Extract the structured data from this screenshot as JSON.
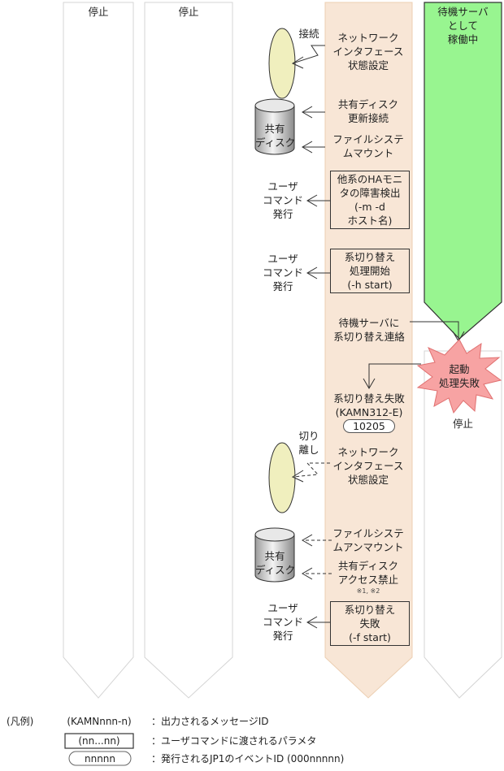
{
  "columns": [
    {
      "id": "col1",
      "label": "停止"
    },
    {
      "id": "col2",
      "label": "停止"
    },
    {
      "id": "col3",
      "label": ""
    },
    {
      "id": "col4_top",
      "label": "待機サーバ\nとして\n稼働中",
      "lines": [
        "待機サーバ",
        "として",
        "稼働中"
      ]
    },
    {
      "id": "col4_bottom",
      "label": "停止"
    }
  ],
  "left_annotations": {
    "connect": "接続",
    "shared_disk_1": [
      "共有",
      "ディスク"
    ],
    "user_cmd_1": [
      "ユーザ",
      "コマンド",
      "発行"
    ],
    "user_cmd_2": [
      "ユーザ",
      "コマンド",
      "発行"
    ],
    "detach": [
      "切り",
      "離し"
    ],
    "shared_disk_2": [
      "共有",
      "ディスク"
    ],
    "user_cmd_3": [
      "ユーザ",
      "コマンド",
      "発行"
    ]
  },
  "steps": {
    "net_setup_1": [
      "ネットワーク",
      "インタフェース",
      "状態設定"
    ],
    "disk_update": [
      "共有ディスク",
      "更新接続"
    ],
    "fs_mount": [
      "ファイルシステ",
      "ムマウント"
    ],
    "ha_detect": [
      "他系のHAモニ",
      "タの障害検出",
      "(-m -d",
      "ホスト名)"
    ],
    "switch_start": [
      "系切り替え",
      "処理開始",
      "(-h start)"
    ],
    "notify_standby": [
      "待機サーバに",
      "系切り替え連絡"
    ],
    "switch_fail": [
      "系切り替え失敗",
      "(KAMN312-E)"
    ],
    "event_id": "10205",
    "net_setup_2": [
      "ネットワーク",
      "インタフェース",
      "状態設定"
    ],
    "fs_unmount": [
      "ファイルシステ",
      "ムアンマウント"
    ],
    "disk_block": [
      "共有ディスク",
      "アクセス禁止"
    ],
    "notes": "※1, ※2",
    "switch_failed_cmd": [
      "系切り替え",
      "失敗",
      "(-f start)"
    ]
  },
  "burst": [
    "起動",
    "処理失敗"
  ],
  "legend": {
    "title": "(凡例)",
    "items": [
      {
        "sample": "(KAMNnnn-n)",
        "style": "plain",
        "desc": "：出力されるメッセージID"
      },
      {
        "sample": "(nn...nn)",
        "style": "box",
        "desc": "：ユーザコマンドに渡されるパラメタ"
      },
      {
        "sample": "nnnnn",
        "style": "pill",
        "desc": "：発行されるJP1のイベントID (000nnnnn)"
      }
    ]
  },
  "colors": {
    "beige_fill": "#f8e6d6",
    "beige_stroke": "#eccfb2",
    "green_fill": "#98f590",
    "gray_stroke": "#d4d4d4",
    "ellipse_fill": "#f0efbe",
    "burst_fill": "#f7a3a3",
    "burst_stroke": "#e07070"
  }
}
